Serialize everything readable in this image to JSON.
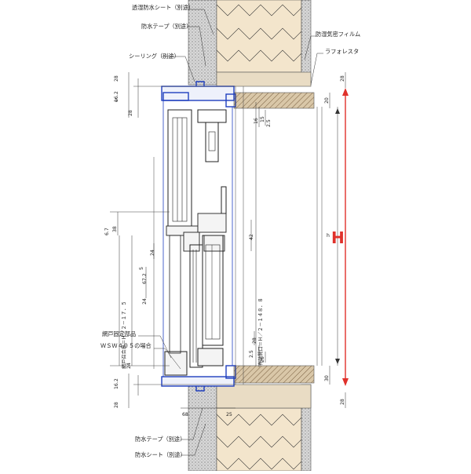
{
  "labels": {
    "top_waterproof_sheet": "透湿防水シート（別途）",
    "top_waterproof_tape": "防水テープ（別途）",
    "sealing": "シーリング（別途）",
    "vapor_barrier": "防湿気密フィルム",
    "lafaresta": "ラフォレスタ",
    "screen_fixing": "網戸固定部品",
    "wsw_case": "ＷＳＷ４０５の場合",
    "bottom_waterproof_tape": "防水テープ（別途）",
    "bottom_waterproof_sheet": "防水シート（別途）"
  },
  "vertical_labels": {
    "screen_installation_height": "網戸召合高＝Ｈ／２－１７．５",
    "effective_opening": "有効開口＝Ｈ／２－１４８．８"
  },
  "dimensions": {
    "d28_top_outer": "28",
    "d16_2_top": "16.2",
    "d1": "1",
    "d28_left_top": "28",
    "d28_top_right": "28",
    "d20_top": "20",
    "d16_top": "16",
    "d15_top": "15",
    "d2_5_top": "2.5",
    "d6_7": "6.7",
    "d38": "38",
    "d42": "42",
    "d24_a": "24",
    "d5": "5",
    "d67_2": "67.2",
    "d24_b": "24",
    "d24_c": "24",
    "d28_mid": "28",
    "d2_5_bot": "2.5",
    "d26": "26",
    "d16_2_bot": "16.2",
    "d28_bot_left": "28",
    "d30_bot": "30",
    "d28_bot_right": "28",
    "d68": "68",
    "d25": "25",
    "h_lower": "h",
    "H_upper": "H"
  },
  "colors": {
    "frame_blue": "#1f3fbf",
    "wood_tan": "#d9c7a8",
    "insulation": "#f3e5cc",
    "concrete": "#9a9a9a",
    "dimension_red": "#e0312b"
  }
}
